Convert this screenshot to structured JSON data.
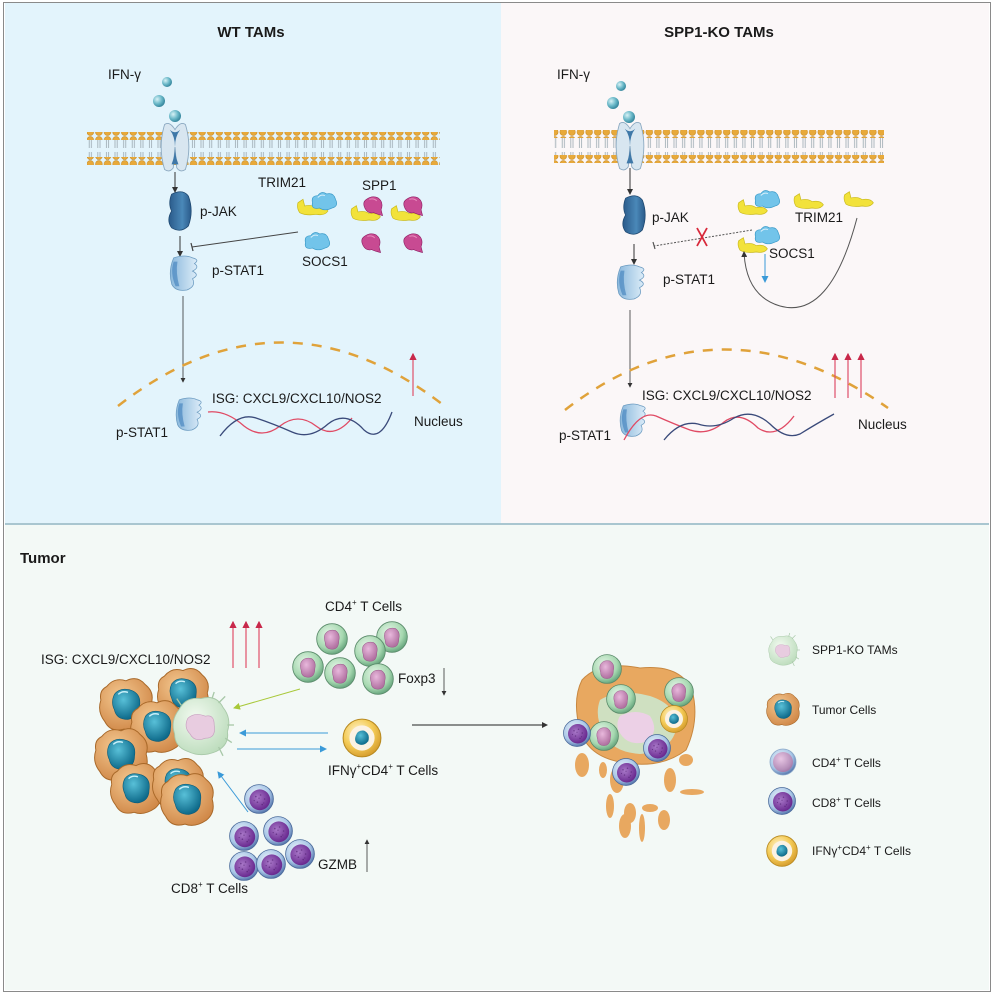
{
  "panels": {
    "wt": {
      "title": "WT TAMs",
      "ligand": "IFN-γ",
      "jak": "p-JAK",
      "stat_cyto": "p-STAT1",
      "stat_nuc": "p-STAT1",
      "trim21": "TRIM21",
      "spp1": "SPP1",
      "socs1": "SOCS1",
      "isg": "ISG: CXCL9/CXCL10/NOS2",
      "nucleus": "Nucleus",
      "isg_change": "up (single arrow)"
    },
    "ko": {
      "title": "SPP1-KO TAMs",
      "ligand": "IFN-γ",
      "jak": "p-JAK",
      "stat_cyto": "p-STAT1",
      "stat_nuc": "p-STAT1",
      "trim21": "TRIM21",
      "socs1": "SOCS1",
      "isg": "ISG: CXCL9/CXCL10/NOS2",
      "nucleus": "Nucleus",
      "inhibition_blocked_mark": "X",
      "isg_change": "up (triple arrows)"
    },
    "tumor": {
      "title": "Tumor",
      "isg": "ISG: CXCL9/CXCL10/NOS2",
      "cd4": "CD4",
      "cd4_sup": "+",
      "cd4_suffix": " T Cells",
      "foxp3": "Foxp3",
      "ifng_prefix": "IFNγ",
      "ifng_sup1": "+",
      "ifng_mid": "CD4",
      "ifng_sup2": "+",
      "ifng_suffix": " T Cells",
      "cd8": "CD8",
      "cd8_sup": "+",
      "cd8_suffix": " T Cells",
      "gzmb": "GZMB"
    }
  },
  "legend": [
    {
      "icon": "spp1-ko-tam-icon",
      "label": "SPP1-KO TAMs"
    },
    {
      "icon": "tumor-cell-icon",
      "label": "Tumor Cells"
    },
    {
      "icon": "cd4-t-cell-icon",
      "label": "CD4",
      "sup": "+",
      "suffix": " T Cells"
    },
    {
      "icon": "cd8-t-cell-icon",
      "label": "CD8",
      "sup": "+",
      "suffix": " T Cells"
    },
    {
      "icon": "ifng-cd4-t-cell-icon",
      "label": "IFNγ",
      "sup": "+",
      "mid": "CD4",
      "sup2": "+",
      "suffix": " T Cells"
    }
  ],
  "colors": {
    "wt_bg": "#e3f4fc",
    "ko_bg": "#fbf7f8",
    "tumor_bg": "#f3f9f6",
    "membrane_head": "#e8a93a",
    "nucleus_dash": "#e0a23a",
    "up_arrow": "#e0506a",
    "dna_red": "#e04a64",
    "dna_blue": "#3a4a7a",
    "jak": "#3f78a8",
    "socs1": "#6cc3e8",
    "trim21": "#f0e03a",
    "spp1": "#c0408a",
    "tumor_cell": "#e0a868",
    "tumor_nucleus": "#1f8aa8",
    "cd4_cell": "#a8d8b0",
    "cd4_nucleus": "#c888b8",
    "cd8_cell": "#a8c8e8",
    "cd8_nucleus": "#8a4aa8",
    "ifng_cell": "#f0c040"
  }
}
